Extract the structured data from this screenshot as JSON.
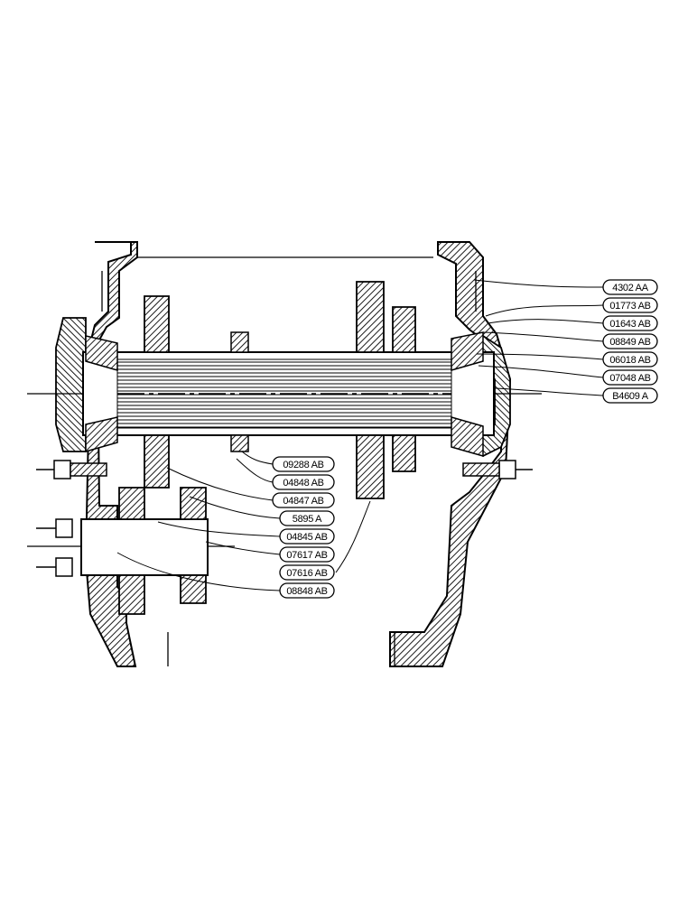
{
  "diagram": {
    "part_labels": [
      "4302 AA",
      "01773 AB",
      "01643 AB",
      "08849 AB",
      "06018 AB",
      "07048 AB",
      "B4609 A",
      "09288 AB",
      "04848 AB",
      "04847 AB",
      "5895 A",
      "04845 AB",
      "07617 AB",
      "07616 AB",
      "08848 AB"
    ]
  }
}
